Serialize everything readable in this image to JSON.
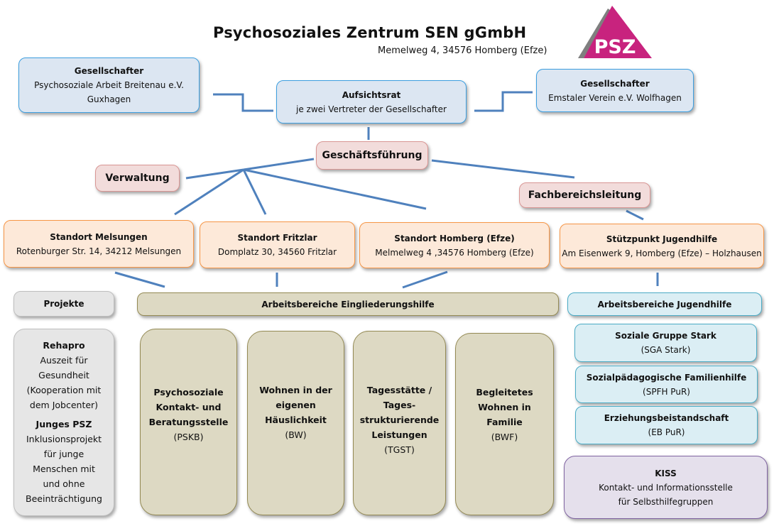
{
  "header": {
    "title": "Psychosoziales Zentrum SEN gGmbH",
    "address": "Memelweg 4, 34576 Homberg (Efze)",
    "logo_text": "PSZ",
    "logo_icon": "triangle-logo-icon"
  },
  "colors": {
    "connector": "#4f81bd",
    "logo": "#c8237e",
    "governance_fill": "#dce6f2",
    "management_fill": "#f2dcdb",
    "location_fill": "#fde9d9",
    "eingliederung_fill": "#ddd9c3",
    "jugendhilfe_fill": "#dbeef4",
    "projects_fill": "#e6e6e6",
    "kiss_fill": "#e5e0ec"
  },
  "governance": {
    "shareholder_left": {
      "title": "Gesellschafter",
      "line1": "Psychosoziale Arbeit Breitenau e.V.",
      "line2": "Guxhagen"
    },
    "supervisory_board": {
      "title": "Aufsichtsrat",
      "line1": "je zwei Vertreter der Gesellschafter"
    },
    "shareholder_right": {
      "title": "Gesellschafter",
      "line1": "Emstaler Verein e.V. Wolfhagen"
    }
  },
  "management": {
    "executive": "Geschäftsführung",
    "administration": "Verwaltung",
    "department_head": "Fachbereichsleitung"
  },
  "locations": [
    {
      "title": "Standort Melsungen",
      "address": "Rotenburger Str. 14, 34212 Melsungen"
    },
    {
      "title": "Standort Fritzlar",
      "address": "Domplatz 30, 34560 Fritzlar"
    },
    {
      "title": "Standort Homberg (Efze)",
      "address": "Melmelweg 4 ,34576 Homberg (Efze)"
    },
    {
      "title": "Stützpunkt Jugendhilfe",
      "address": "Am Eisenwerk 9, Homberg (Efze) – Holzhausen"
    }
  ],
  "projects": {
    "header": "Projekte",
    "items": [
      {
        "title": "Rehapro",
        "lines": [
          "Auszeit für",
          "Gesundheit",
          "(Kooperation mit",
          "dem Jobcenter)"
        ]
      },
      {
        "title": "Junges PSZ",
        "lines": [
          "Inklusionsprojekt",
          "für junge",
          "Menschen mit",
          "und ohne",
          "Beeinträchtigung"
        ]
      }
    ]
  },
  "eingliederungshilfe": {
    "header": "Arbeitsbereiche Eingliederungshilfe",
    "items": [
      {
        "lines": [
          "Psychosoziale",
          "Kontakt- und",
          "Beratungsstelle"
        ],
        "abbr": "(PSKB)"
      },
      {
        "lines": [
          "Wohnen in der",
          "eigenen",
          "Häuslichkeit"
        ],
        "abbr": "(BW)"
      },
      {
        "lines": [
          "Tagesstätte /",
          "Tages-",
          "strukturierende",
          "Leistungen"
        ],
        "abbr": "(TGST)"
      },
      {
        "lines": [
          "Begleitetes",
          "Wohnen in",
          "Familie"
        ],
        "abbr": "(BWF)"
      }
    ]
  },
  "jugendhilfe": {
    "header": "Arbeitsbereiche Jugendhilfe",
    "items": [
      {
        "title": "Soziale Gruppe Stark",
        "abbr": "(SGA Stark)"
      },
      {
        "title": "Sozialpädagogische Familienhilfe",
        "abbr": "(SPFH PuR)"
      },
      {
        "title": "Erziehungsbeistandschaft",
        "abbr": "(EB PuR)"
      }
    ]
  },
  "kiss": {
    "title": "KISS",
    "line1": "Kontakt- und Informationsstelle",
    "line2": "für Selbsthilfegruppen"
  }
}
